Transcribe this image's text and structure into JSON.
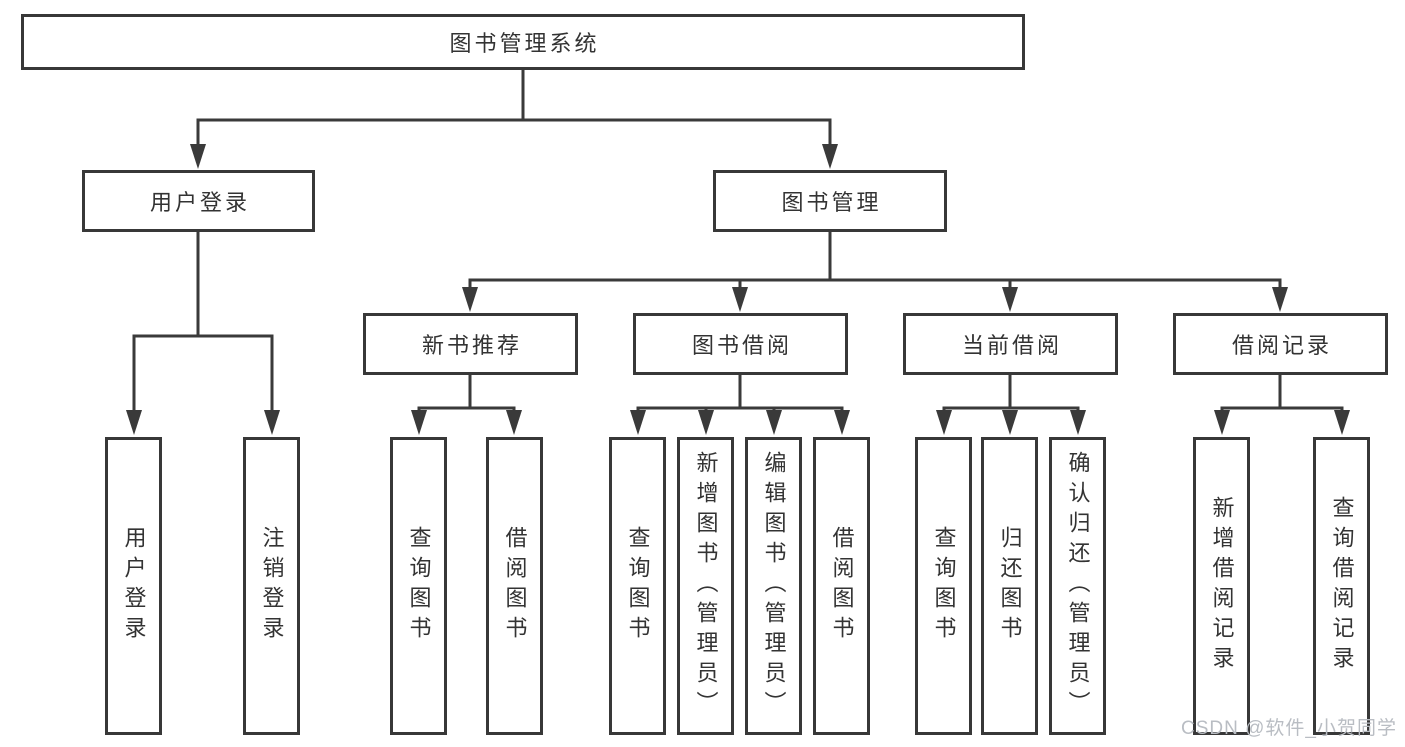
{
  "tree": {
    "root": "图书管理系统",
    "branches": [
      {
        "label": "用户登录",
        "children": [
          "用户登录",
          "注销登录"
        ]
      },
      {
        "label": "图书管理",
        "sections": [
          {
            "label": "新书推荐",
            "children": [
              "查询图书",
              "借阅图书"
            ]
          },
          {
            "label": "图书借阅",
            "children": [
              "查询图书",
              "新增图书（管理员）",
              "编辑图书（管理员）",
              "借阅图书"
            ]
          },
          {
            "label": "当前借阅",
            "children": [
              "查询图书",
              "归还图书",
              "确认归还（管理员）"
            ]
          },
          {
            "label": "借阅记录",
            "children": [
              "新增借阅记录",
              "查询借阅记录"
            ]
          }
        ]
      }
    ]
  },
  "watermark": {
    "text": "CSDN @软件_小贺同学",
    "color": "#b9bdc3"
  },
  "colors": {
    "line": "#3a3a3a",
    "box_border": "#383838",
    "text": "#333333",
    "background": "#ffffff"
  }
}
